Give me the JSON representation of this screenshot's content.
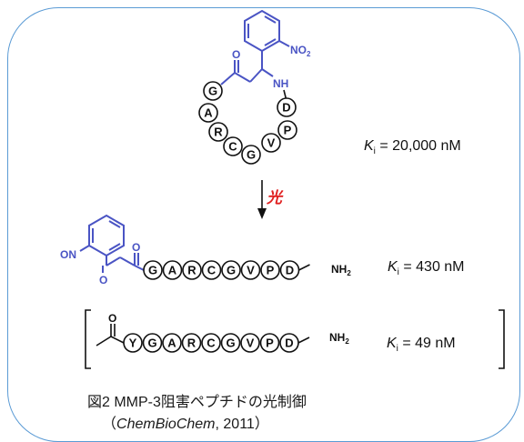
{
  "top_structure": {
    "nitro_label": "NO",
    "nitro_sub": "2",
    "carbonyl_o": "O",
    "amine_label": "NH",
    "cyclic_residues": [
      "G",
      "A",
      "R",
      "C",
      "G",
      "V",
      "P",
      "D"
    ],
    "ki_symbol": "K",
    "ki_sub": "i",
    "ki_value": " = 20,000 nM"
  },
  "arrow": {
    "label": "光",
    "label_color": "#e02020"
  },
  "middle_structure": {
    "nitroso_label": "ON",
    "o1": "O",
    "o2": "O",
    "residues": [
      "G",
      "A",
      "R",
      "C",
      "G",
      "V",
      "P",
      "D"
    ],
    "terminal": "NH",
    "terminal_sub": "2",
    "ki_symbol": "K",
    "ki_sub": "i",
    "ki_value": " = 430 nM"
  },
  "bottom_structure": {
    "o_label": "O",
    "residues": [
      "Y",
      "G",
      "A",
      "R",
      "C",
      "G",
      "V",
      "P",
      "D"
    ],
    "terminal": "NH",
    "terminal_sub": "2",
    "ki_symbol": "K",
    "ki_sub": "i",
    "ki_value": " = 49 nM"
  },
  "caption": {
    "line1": "図2  MMP-3阻害ペプチドの光制御",
    "line2_prefix": "（",
    "line2_journal": "ChemBioChem",
    "line2_suffix": ", 2011）"
  },
  "colors": {
    "chem_blue": "#4a54c4",
    "frame_blue": "#5b9bd5",
    "ink": "#111111",
    "light_red": "#e02020"
  }
}
